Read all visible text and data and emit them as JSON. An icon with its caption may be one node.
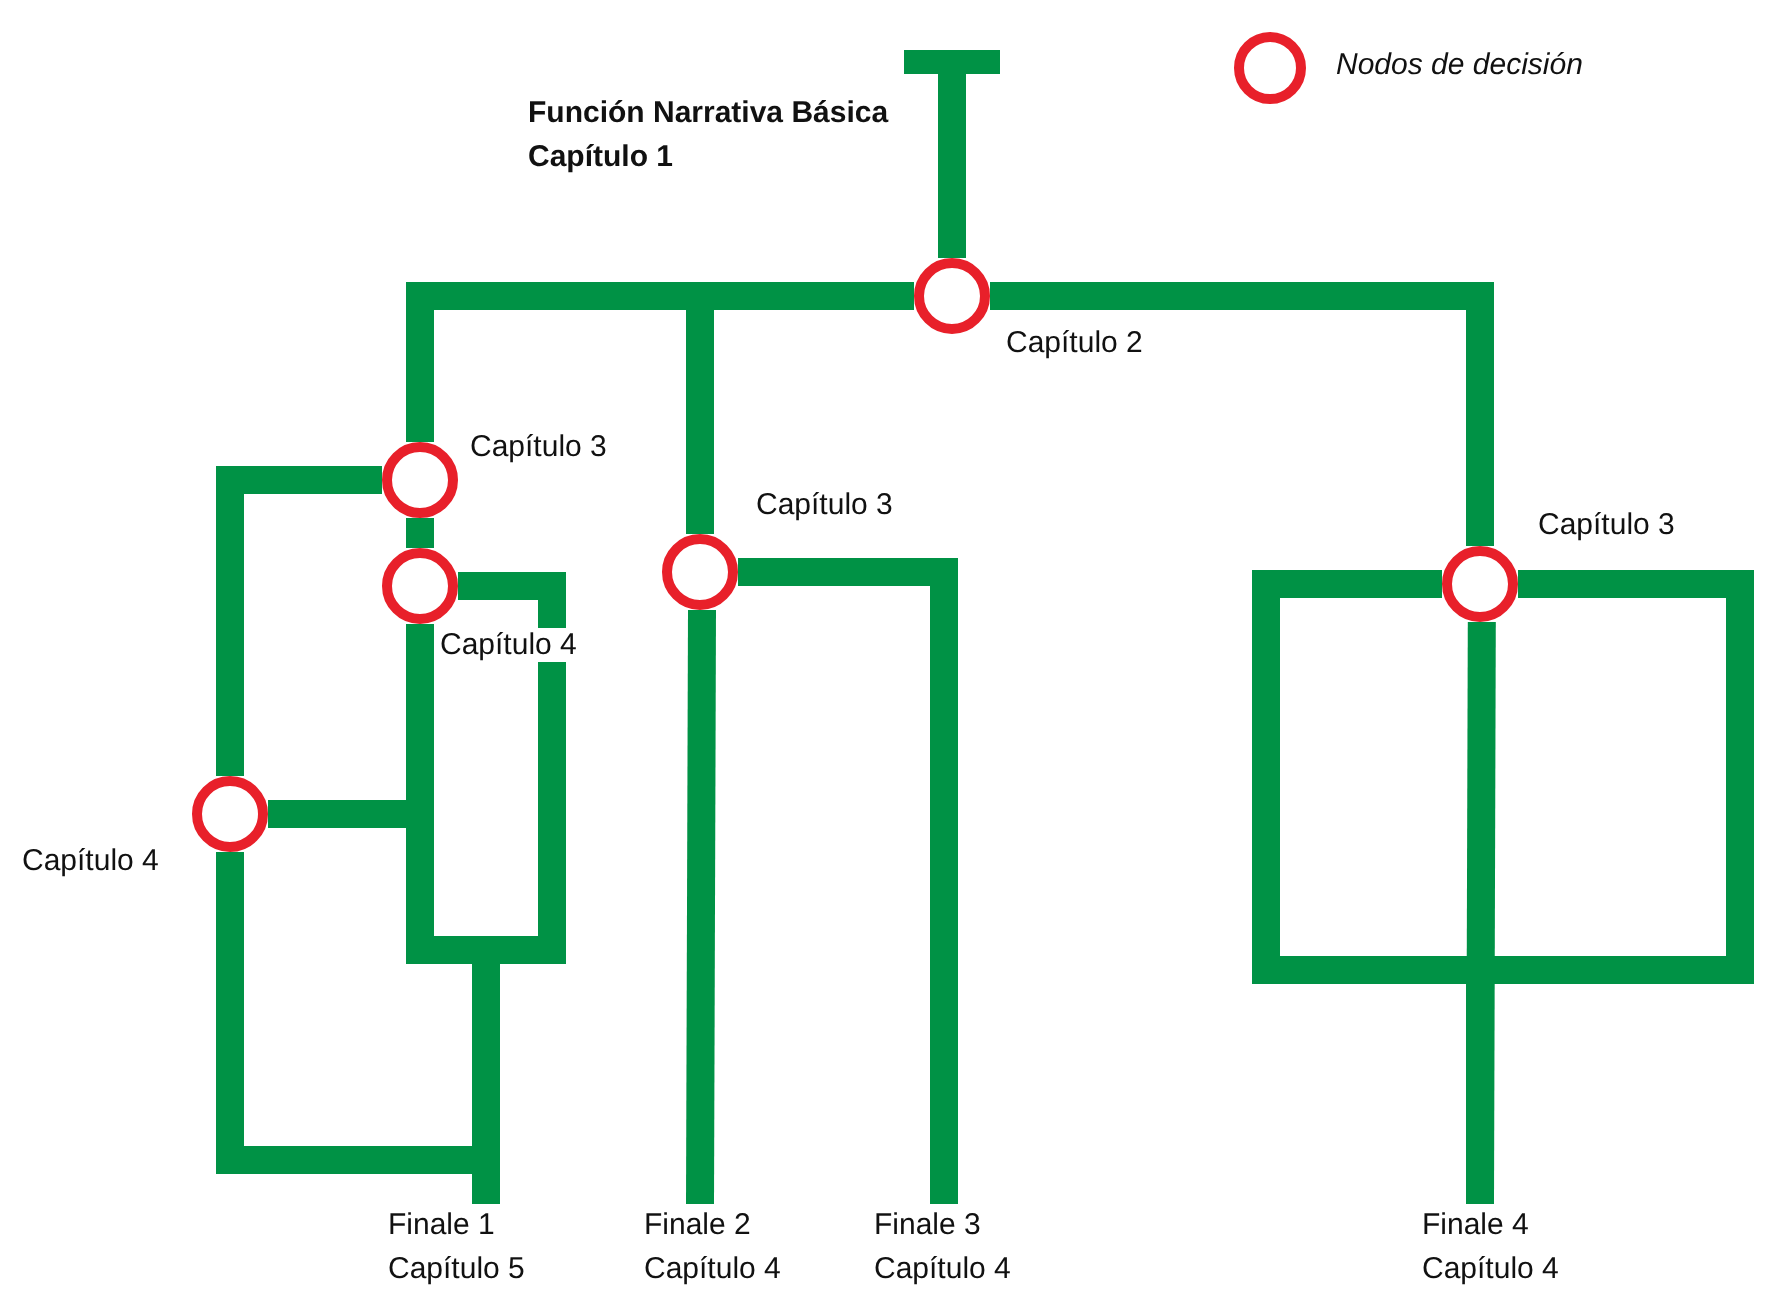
{
  "diagram": {
    "nodes": [
      {
        "text": [],
        "shape": "bar",
        "beside": [
          "Función Narrativa Básica Capítulo 1"
        ]
      },
      {
        "text": [],
        "shape": "circle",
        "beside": [
          "Capítulo 2"
        ]
      },
      {
        "text": [],
        "shape": "circle",
        "beside": [
          "Capítulo 3"
        ]
      },
      {
        "text": [],
        "shape": "circle",
        "beside": [
          "Capítulo 4"
        ]
      },
      {
        "text": [],
        "shape": "circle",
        "beside": [
          "Capítulo 4"
        ]
      },
      {
        "text": [],
        "shape": "circle",
        "beside": [
          "Capítulo 3"
        ]
      },
      {
        "text": [],
        "shape": "circle",
        "beside": [
          "Capítulo 3"
        ]
      },
      {
        "text": [
          "Finale 1 Capítulo 5"
        ]
      },
      {
        "text": [
          "Finale 2 Capítulo 4"
        ]
      },
      {
        "text": [
          "Finale 3 Capítulo 4"
        ]
      },
      {
        "text": [
          "Finale 4 Capítulo 4"
        ]
      }
    ],
    "edges": [
      {
        "from": 0,
        "to": 1,
        "arrow": "none"
      },
      {
        "from": 1,
        "to": 2,
        "arrow": "none"
      },
      {
        "from": 1,
        "to": 5,
        "arrow": "none"
      },
      {
        "from": 1,
        "to": 6,
        "arrow": "none"
      },
      {
        "from": 2,
        "to": 3,
        "arrow": "none"
      },
      {
        "from": 2,
        "to": 4,
        "arrow": "none"
      },
      {
        "from": 3,
        "to": 7,
        "arrow": "none"
      },
      {
        "from": 3,
        "to": 7,
        "arrow": "none"
      },
      {
        "from": 4,
        "to": 7,
        "arrow": "none"
      },
      {
        "from": 4,
        "to": 7,
        "arrow": "none"
      },
      {
        "from": 5,
        "to": 8,
        "arrow": "none"
      },
      {
        "from": 5,
        "to": 9,
        "arrow": "none"
      },
      {
        "from": 6,
        "to": 10,
        "arrow": "none"
      },
      {
        "from": 6,
        "to": 10,
        "arrow": "none"
      },
      {
        "from": 6,
        "to": 10,
        "arrow": "none"
      }
    ],
    "legend": [
      {
        "text": "Nodos de decisión"
      }
    ]
  }
}
